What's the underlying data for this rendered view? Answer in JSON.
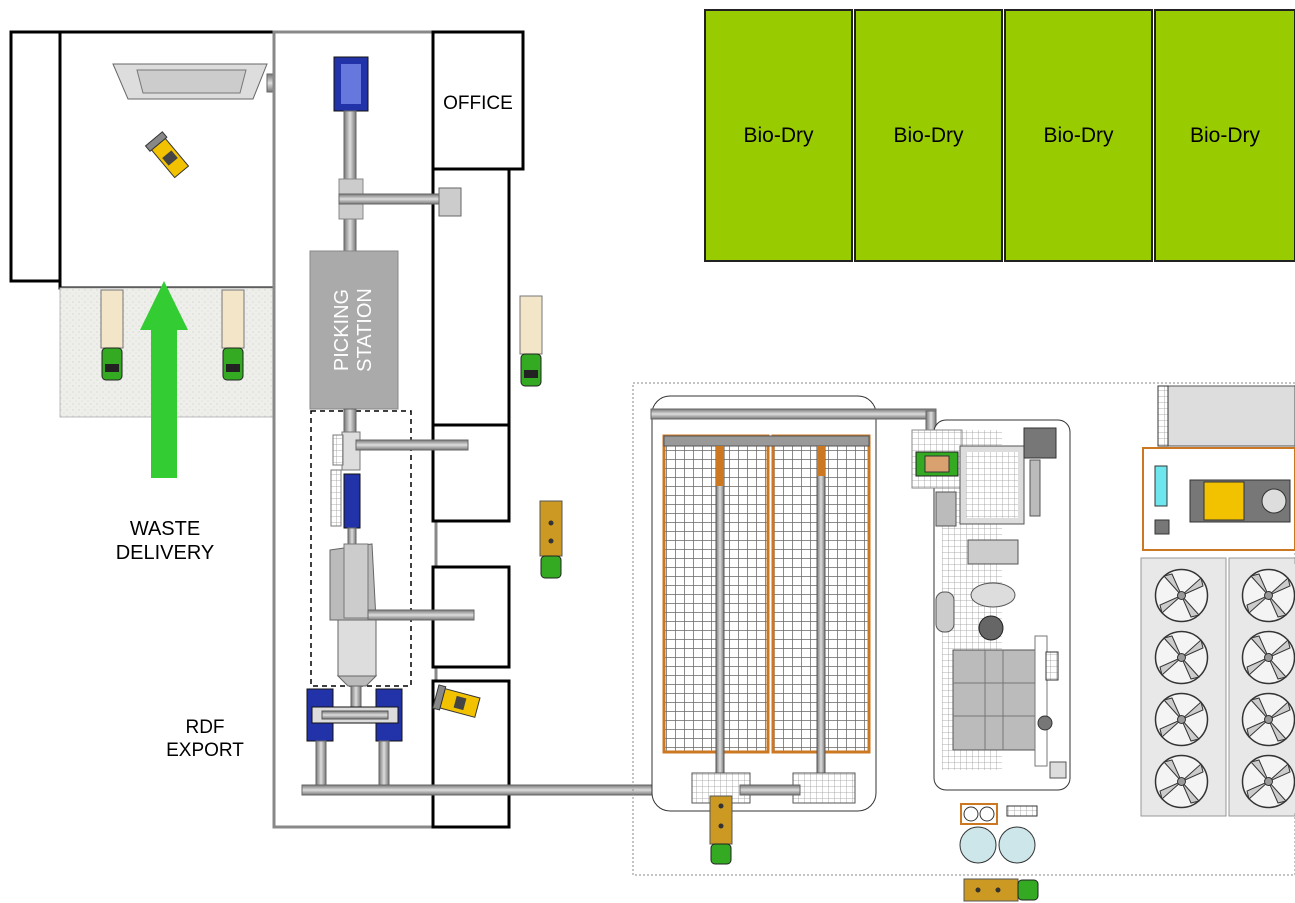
{
  "labels": {
    "office": "OFFICE",
    "picking_station": "PICKING STATION",
    "waste_delivery_line1": "WASTE",
    "waste_delivery_line2": "DELIVERY",
    "rdf_export_line1": "RDF",
    "rdf_export_line2": "EXPORT"
  },
  "bio_dry": [
    "Bio-Dry",
    "Bio-Dry",
    "Bio-Dry",
    "Bio-Dry"
  ],
  "colors": {
    "bio_dry_fill": "#99cc00",
    "arrow": "#33cc33",
    "truck_cab": "#33aa22",
    "loader": "#f2c200",
    "pipe": "#9a9a9a",
    "blue_equipment": "#2233aa",
    "orange_frame": "#cc7722",
    "picking_station": "#aaaaaa"
  }
}
